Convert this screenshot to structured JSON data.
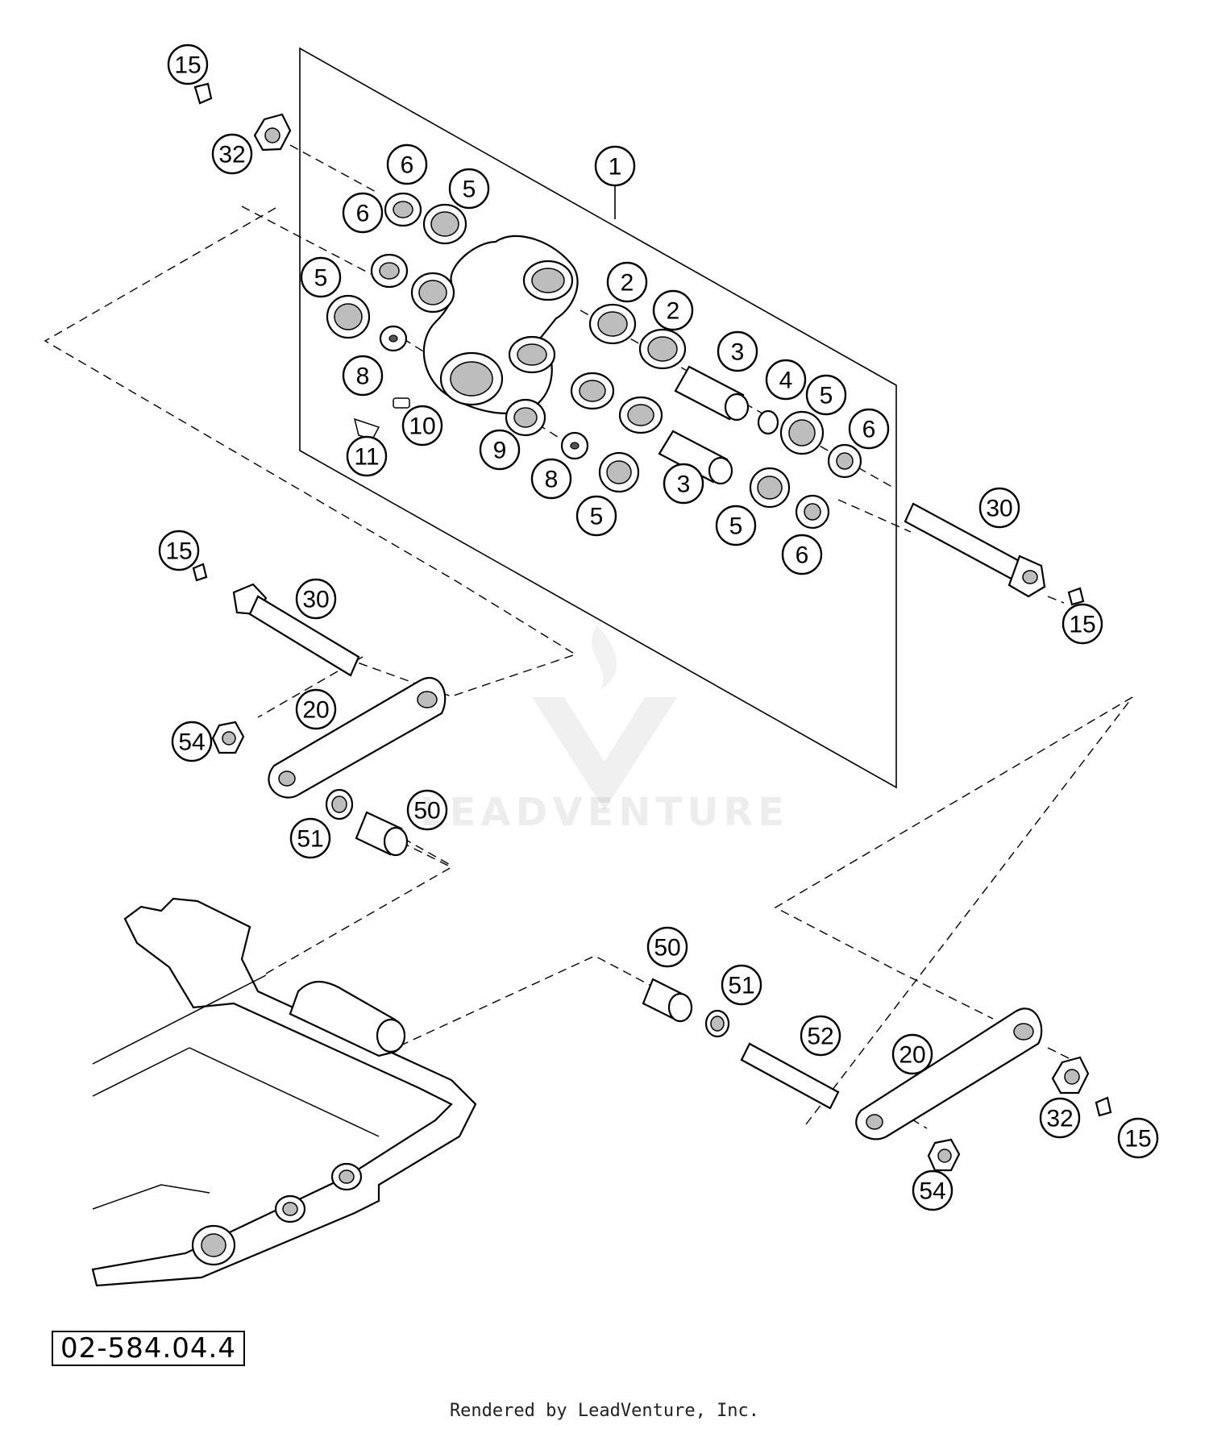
{
  "diagram_code": "02-584.04.4",
  "footer_text": "Rendered by LeadVenture, Inc.",
  "watermark_text": "LEADVENTURE",
  "callouts": [
    "15",
    "32",
    "6",
    "5",
    "1",
    "6",
    "5",
    "2",
    "2",
    "3",
    "4",
    "5",
    "6",
    "8",
    "10",
    "11",
    "9",
    "8",
    "3",
    "5",
    "5",
    "6",
    "30",
    "15",
    "15",
    "30",
    "20",
    "54",
    "50",
    "51",
    "50",
    "51",
    "52",
    "20",
    "32",
    "15",
    "54"
  ]
}
